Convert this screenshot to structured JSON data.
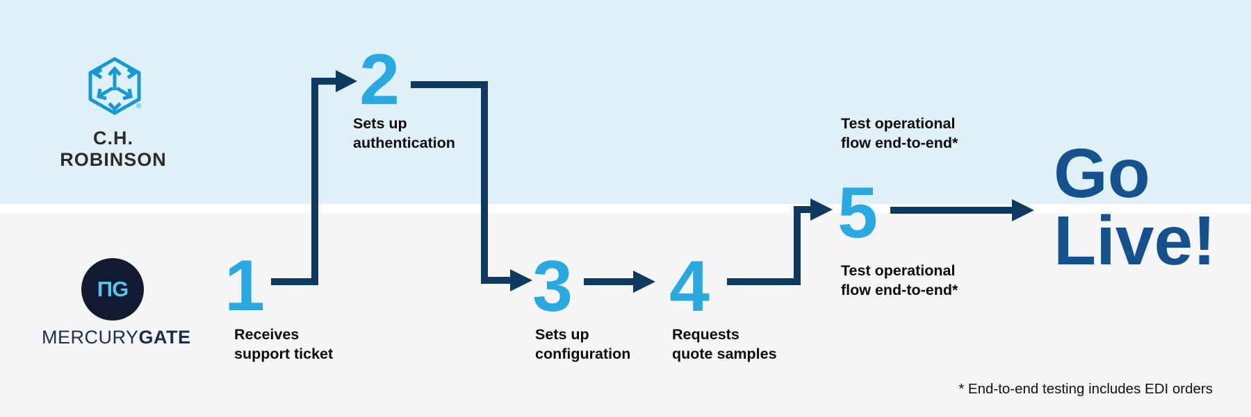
{
  "palette": {
    "top_band": "#DFF0F9",
    "bottom_band": "#F5F5F5",
    "divider": "#FFFFFF",
    "step_number": "#29A9E1",
    "connector": "#0E3A61",
    "go_live_text": "#14518F",
    "label_text": "#0B0B0B",
    "chr_icon_blue": "#1399D6",
    "chr_wordmark": "#2E2A26",
    "mg_circle": "#121A32",
    "mg_monogram": "#59C2EF",
    "mg_wordmark": "#1C2C50"
  },
  "logos": {
    "ch_robinson": {
      "wordmark": "C.H. ROBINSON",
      "registered_mark": "®"
    },
    "mercurygate": {
      "monogram": "ΠG",
      "wordmark_regular": "MERCURY",
      "wordmark_bold": "GATE"
    }
  },
  "steps": [
    {
      "number": "1",
      "label_lines": [
        "Receives",
        "support ticket"
      ]
    },
    {
      "number": "2",
      "label_lines": [
        "Sets up",
        "authentication"
      ]
    },
    {
      "number": "3",
      "label_lines": [
        "Sets up",
        "configuration"
      ]
    },
    {
      "number": "4",
      "label_lines": [
        "Requests",
        "quote samples"
      ]
    },
    {
      "number": "5",
      "label_lines": [
        "Test operational",
        "flow end-to-end*"
      ],
      "label_lines_secondary": [
        "Test operational",
        "flow end-to-end*"
      ]
    }
  ],
  "outcome": {
    "line1": "Go",
    "line2": "Live!"
  },
  "footnote": "* End-to-end testing includes EDI orders"
}
